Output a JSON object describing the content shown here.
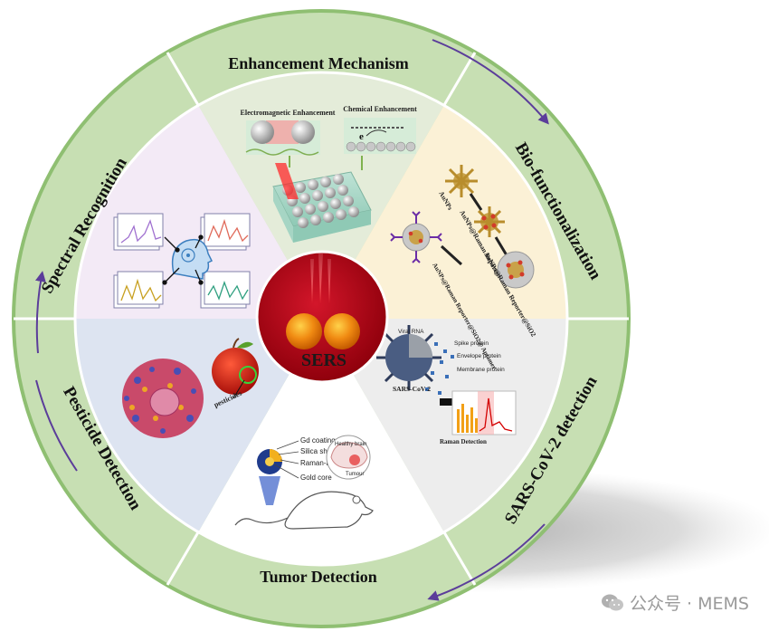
{
  "center": {
    "label": "SERS"
  },
  "sections": [
    {
      "id": "enhancement",
      "title": "Enhancement Mechanism",
      "color": "#e4ecd9",
      "labels": [
        "Electromagnetic Enhancement",
        "Chemical Enhancement"
      ]
    },
    {
      "id": "bio",
      "title": "Bio-functionalization",
      "color": "#fbf1d6",
      "labels": [
        "AuNPs",
        "AuNPs@Raman Reporter",
        "AuNPs@Raman Reporter@SiO2",
        "AuNPs@Raman Reporter@SiO2@ Aptamer"
      ]
    },
    {
      "id": "sars",
      "title": "SARS-CoV-2 detection",
      "color": "#ededed",
      "labels": [
        "Viral RNA",
        "Spike protein",
        "Envelope protein",
        "Membrane protein",
        "SARS-CoV-2",
        "Raman Detection"
      ]
    },
    {
      "id": "tumor",
      "title": "Tumor Detection",
      "color": "#ffffff",
      "labels": [
        "Gd coating",
        "Silica shell",
        "Raman-active layer",
        "Gold core",
        "Healthy brain",
        "Tumour"
      ]
    },
    {
      "id": "pesticide",
      "title": "Pesticide Detection",
      "color": "#dde4f1",
      "labels": [
        "pesticides"
      ]
    },
    {
      "id": "spectral",
      "title": "Spectral Recognition",
      "color": "#f3eaf6",
      "labels": []
    }
  ],
  "colors": {
    "ring": "#c7dfb3",
    "ring_border": "#8fbf72",
    "arrow": "#5b3d9a",
    "center": "#b80012"
  },
  "watermark": {
    "text": "公众号 · MEMS",
    "icon": "wechat-icon"
  }
}
